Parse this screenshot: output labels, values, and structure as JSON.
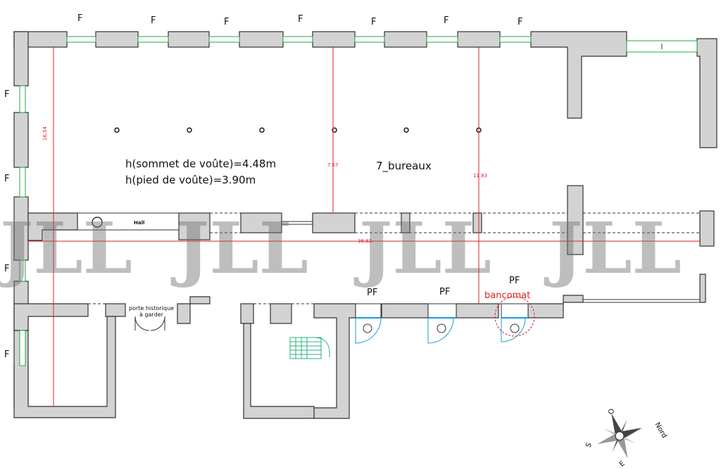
{
  "window_marks": [
    "F",
    "F",
    "F",
    "F",
    "F",
    "F",
    "F",
    "F",
    "F",
    "F",
    "F"
  ],
  "door_marks": [
    "PF",
    "PF",
    "PF"
  ],
  "room_name": "7_bureaux",
  "height_vault_top": "h(sommet de voûte)=4.48m",
  "height_vault_base": "h(pied de voûte)=3.90m",
  "hall_label": "Hall",
  "historic_door_line1": "porte historique",
  "historic_door_line2": "à garder",
  "atm_label": "bancomat",
  "dimensions": {
    "left_height": "16.54",
    "width": "36.82",
    "mid_height": "7.67",
    "right_height": "11.83"
  },
  "compass": {
    "north": "Nord",
    "south": "S",
    "east": "E",
    "west": "O"
  },
  "watermark": "JLL",
  "colors": {
    "wall": "#d3d3d3",
    "window": "#22aa44",
    "dimension": "#e02020",
    "door_arc": "#1a9ad6",
    "stairs": "#2ab27b"
  }
}
